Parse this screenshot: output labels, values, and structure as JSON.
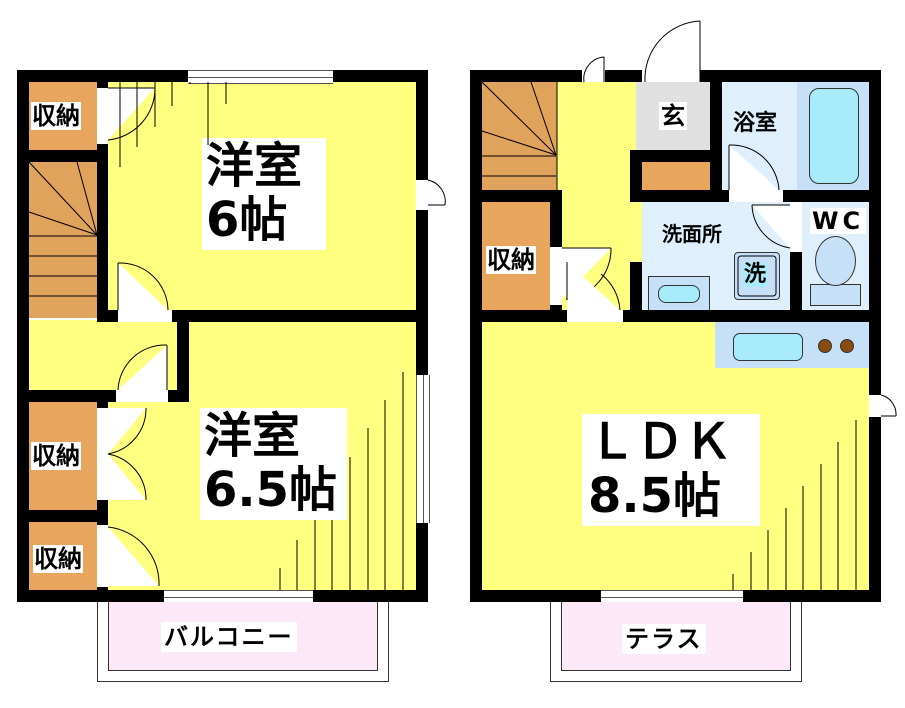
{
  "floor_plan": {
    "upper_floor": {
      "rooms": [
        {
          "id": "western-room-1",
          "label_line1": "洋室",
          "label_line2": "6帖"
        },
        {
          "id": "western-room-2",
          "label_line1": "洋室",
          "label_line2": "6.5帖"
        },
        {
          "id": "storage-1",
          "label": "収納"
        },
        {
          "id": "storage-2",
          "label": "収納"
        },
        {
          "id": "storage-3",
          "label": "収納"
        }
      ],
      "balcony": {
        "label": "バルコニー"
      }
    },
    "lower_floor": {
      "rooms": [
        {
          "id": "ldk",
          "label_line1": "ＬＤＫ",
          "label_line2": "8.5帖"
        },
        {
          "id": "entrance",
          "label": "玄"
        },
        {
          "id": "bathroom",
          "label": "浴室"
        },
        {
          "id": "washroom",
          "label": "洗面所"
        },
        {
          "id": "washer",
          "label": "洗"
        },
        {
          "id": "toilet",
          "label": "WC"
        },
        {
          "id": "storage",
          "label": "収納"
        }
      ],
      "terrace": {
        "label": "テラス"
      }
    }
  },
  "colors": {
    "room_floor": "#ffff80",
    "storage": "#e8a55e",
    "entrance": "#e0e0e0",
    "wet_area": "#dff0fc",
    "fixture_blue": "#a8ecfc",
    "balcony": "#fde8f8",
    "stove_burner": "#8b4a0e",
    "wall": "#000000"
  }
}
